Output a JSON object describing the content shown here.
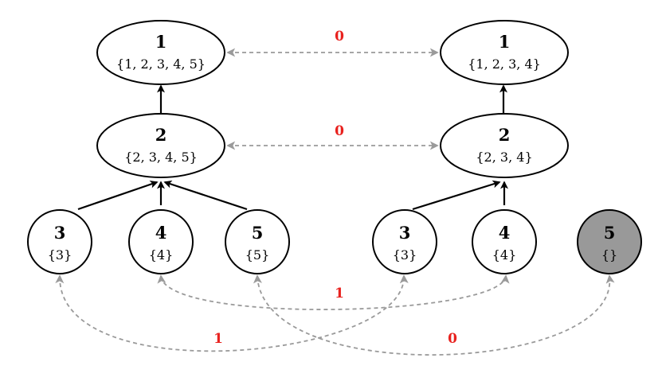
{
  "left_tree": {
    "nodes": [
      {
        "id": "1",
        "set": "{1, 2, 3, 4, 5}"
      },
      {
        "id": "2",
        "set": "{2, 3, 4, 5}"
      },
      {
        "id": "3",
        "set": "{3}"
      },
      {
        "id": "4",
        "set": "{4}"
      },
      {
        "id": "5",
        "set": "{5}"
      }
    ]
  },
  "right_tree": {
    "nodes": [
      {
        "id": "1",
        "set": "{1, 2, 3, 4}"
      },
      {
        "id": "2",
        "set": "{2, 3, 4}"
      },
      {
        "id": "3",
        "set": "{3}"
      },
      {
        "id": "4",
        "set": "{4}"
      },
      {
        "id": "5",
        "set": "{}",
        "removed": true
      }
    ]
  },
  "matching": {
    "edge_1_1": "0",
    "edge_2_2": "0",
    "edge_4_4": "1",
    "edge_3_3": "1",
    "edge_5_5": "0"
  },
  "colors": {
    "cost_label": "#e8211e",
    "match_edge": "#9a9a9a",
    "removed_node_fill": "#999999"
  }
}
